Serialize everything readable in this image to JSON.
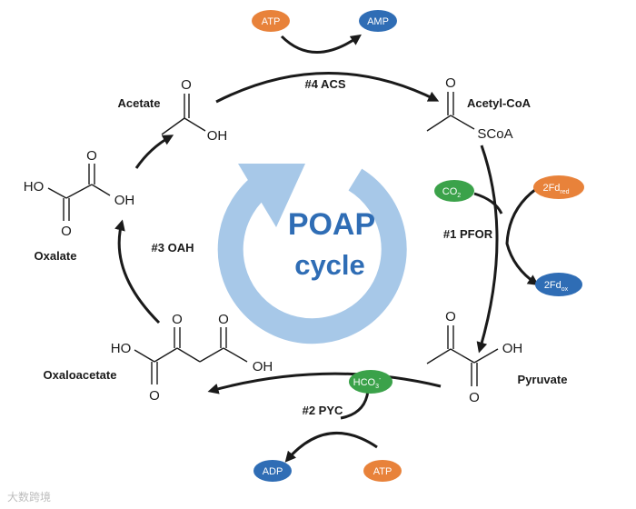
{
  "center": {
    "line1": "POAP",
    "line2": "cycle"
  },
  "compounds": {
    "acetate": "Acetate",
    "acetyl_coa": "Acetyl-CoA",
    "pyruvate": "Pyruvate",
    "oxaloacetate": "Oxaloacetate",
    "oxalate": "Oxalate"
  },
  "atoms": {
    "oh": "OH",
    "ho": "HO",
    "o": "O",
    "scoa": "SCoA"
  },
  "enzymes": {
    "acs": "#4 ACS",
    "pfor": "#1 PFOR",
    "pyc": "#2 PYC",
    "oah": "#3 OAH"
  },
  "cofactors": {
    "atp_top": "ATP",
    "amp": "AMP",
    "co2": "CO",
    "co2_sub": "2",
    "fd_red": "2Fd",
    "fd_red_sub": "red",
    "fd_ox": "2Fd",
    "fd_ox_sub": "ox",
    "hco3": "HCO",
    "hco3_sub": "3",
    "hco3_sup": "-",
    "adp": "ADP",
    "atp_bottom": "ATP"
  },
  "colors": {
    "orange": "#e8823a",
    "blue": "#2f6db5",
    "green": "#3ba24a",
    "center_arrow": "#a7c8e8"
  },
  "watermark": "大数跨境"
}
